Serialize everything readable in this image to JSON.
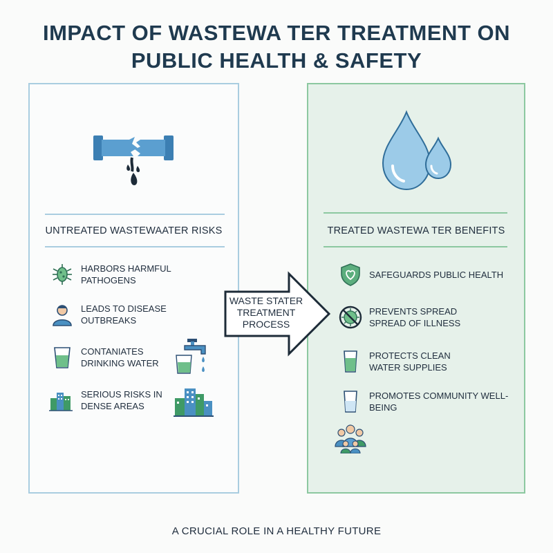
{
  "title": {
    "line1": "IMPACT OF WASTEWA TER TREATMENT ON",
    "line2": "PUBLIC HEALTH & SAFETY"
  },
  "left_panel": {
    "heading": "UNTREATED WASTEWAATER RISKS",
    "hero_icon": "broken-pipe-icon",
    "items": [
      {
        "icon": "pathogen-icon",
        "line1": "HARBORS HARMFUL",
        "line2": "PATHOGENS"
      },
      {
        "icon": "sick-person-icon",
        "line1": "LEADS TO DISEASE",
        "line2": "OUTBREAKS"
      },
      {
        "icon": "contaminated-glass-icon",
        "line1": "CONTANIATES",
        "line2": "DRINKING WATER"
      },
      {
        "icon": "city-buildings-icon",
        "line1": "SERIOUS RISKS IN",
        "line2": "DENSE AREAS"
      }
    ],
    "side_icons": [
      "faucet-glass-icon",
      "city-buildings-icon"
    ]
  },
  "arrow": {
    "line1": "WASTE STATER",
    "line2": "TREATMENT",
    "line3": "PROCESS"
  },
  "right_panel": {
    "heading": "TREATED WASTEWA TER BENEFITS",
    "hero_icon": "water-drops-icon",
    "items": [
      {
        "icon": "heart-shield-icon",
        "line1": "SAFEGUARDS PUBLIC HEALTH",
        "line2": ""
      },
      {
        "icon": "no-virus-icon",
        "line1": "PREVENTS SPREAD",
        "line2": "SPREAD OF ILLNESS"
      },
      {
        "icon": "clean-glass-icon",
        "line1": "PROTECTS CLEAN",
        "line2": "WATER SUPPLIES"
      },
      {
        "icon": "empty-glass-icon",
        "line1": "PROMOTES COMMUNITY WELL-BEING",
        "line2": ""
      }
    ],
    "bottom_icon": "community-group-icon"
  },
  "footer": "A CRUCIAL ROLE IN A HEALTHY FUTURE",
  "colors": {
    "title": "#1f3a4f",
    "left_border": "#a9cde0",
    "right_border": "#8cc8a0",
    "right_bg": "#e6f1ea",
    "pipe": "#4a90c2",
    "drop": "#8fc3e3",
    "green": "#3f9a66"
  }
}
